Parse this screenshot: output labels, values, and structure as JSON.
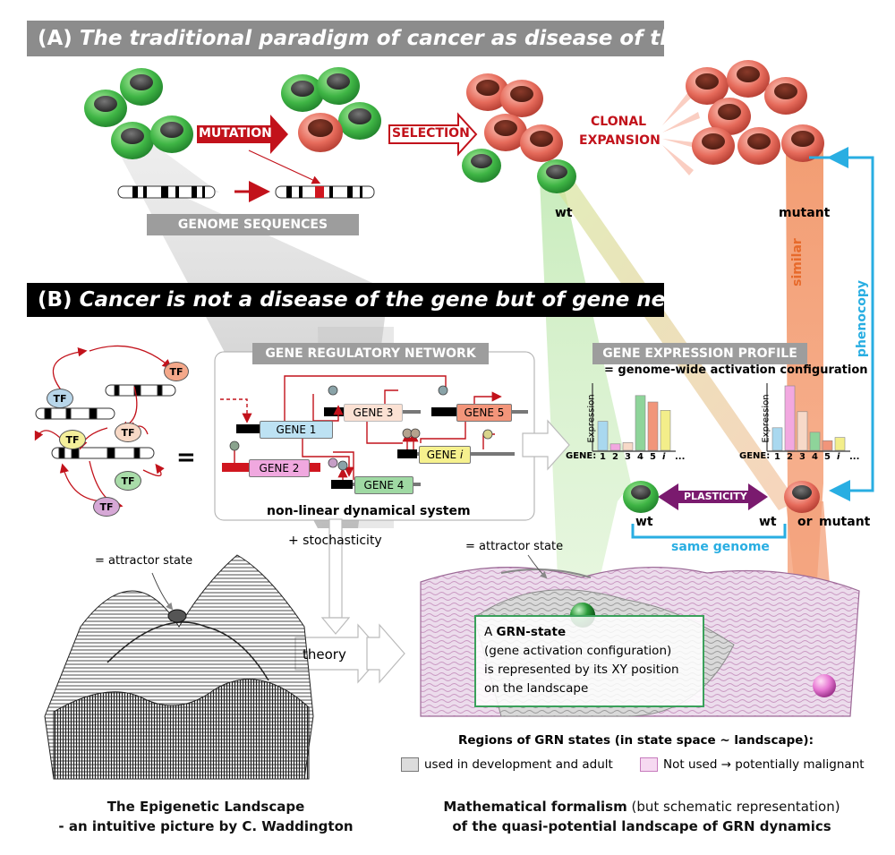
{
  "panel_a": {
    "letter": "(A)",
    "title": "The traditional paradigm of cancer as disease of the gene",
    "mutation_label": "MUTATION",
    "selection_label": "SELECTION",
    "clonal_label_1": "CLONAL",
    "clonal_label_2": "EXPANSION",
    "genome_label": "GENOME SEQUENCES",
    "wt_label": "wt",
    "mutant_label": "mutant"
  },
  "panel_b": {
    "letter": "(B)",
    "title": "Cancer is not a disease of the gene but of gene networks",
    "tf_label": "TF",
    "equals": "=",
    "grn_title": "GENE REGULATORY NETWORK",
    "genes": [
      "GENE 1",
      "GENE 2",
      "GENE 3",
      "GENE 4",
      "GENE 5",
      "GENE"
    ],
    "gene_i": "i",
    "nonlinear": "non-linear dynamical system",
    "stochasticity": "+ stochasticity",
    "theory": "theory",
    "profile_title": "GENE EXPRESSION PROFILE",
    "profile_subtitle": "= genome-wide activation configuration",
    "expression_axis": "Expression",
    "gene_axis": "GENE:",
    "gene_ticks": [
      "1",
      "2",
      "3",
      "4",
      "5",
      "i",
      "..."
    ],
    "plasticity": "PLASTICITY",
    "wt": "wt",
    "or_mutant_or": "or",
    "or_mutant_mutant": "mutant",
    "same_genome": "same genome",
    "similar": "similar",
    "phenocopy": "phenocopy",
    "attractor_left": "= attractor state",
    "attractor_right": "= attractor state",
    "grn_box_1a": "A ",
    "grn_box_1b": "GRN-state",
    "grn_box_2": "(gene activation configuration)",
    "grn_box_3": "is represented by its XY position",
    "grn_box_4": "on the landscape",
    "regions_title": "Regions of GRN states (in state space ~ landscape):",
    "legend_used": "used in development and adult",
    "legend_notused": "Not used → potentially malignant",
    "caption_left_1": "The Epigenetic Landscape",
    "caption_left_2": "- an intuitive picture by C. Waddington",
    "caption_right_1a": "Mathematical formalism",
    "caption_right_1b": " (but schematic representation)",
    "caption_right_2": "of the quasi-potential landscape of GRN dynamics"
  },
  "chart_data": [
    {
      "type": "bar",
      "categories": [
        "1",
        "2",
        "3",
        "4",
        "5",
        "i"
      ],
      "values": [
        0.45,
        0.1,
        0.12,
        0.85,
        0.75,
        0.62
      ],
      "colors": [
        "#a9d8ef",
        "#f2a8e0",
        "#f7d9c8",
        "#8ed49a",
        "#f1957a",
        "#f3ee8a"
      ],
      "ylabel": "Expression",
      "xlabel": "GENE:",
      "ylim": [
        0,
        1
      ]
    },
    {
      "type": "bar",
      "categories": [
        "1",
        "2",
        "3",
        "4",
        "5",
        "i"
      ],
      "values": [
        0.35,
        1.0,
        0.6,
        0.28,
        0.15,
        0.2
      ],
      "colors": [
        "#a9d8ef",
        "#f2a8e0",
        "#f7d9c8",
        "#8ed49a",
        "#f1957a",
        "#f3ee8a"
      ],
      "ylabel": "Expression",
      "xlabel": "GENE:",
      "ylim": [
        0,
        1
      ]
    }
  ],
  "colors": {
    "wt_green": "#33a845",
    "mutant_red": "#d95a4a",
    "arrow_red": "#c2121b",
    "cyan": "#29aee2",
    "purple": "#7a1a6e",
    "box_green": "#3aa15b"
  }
}
